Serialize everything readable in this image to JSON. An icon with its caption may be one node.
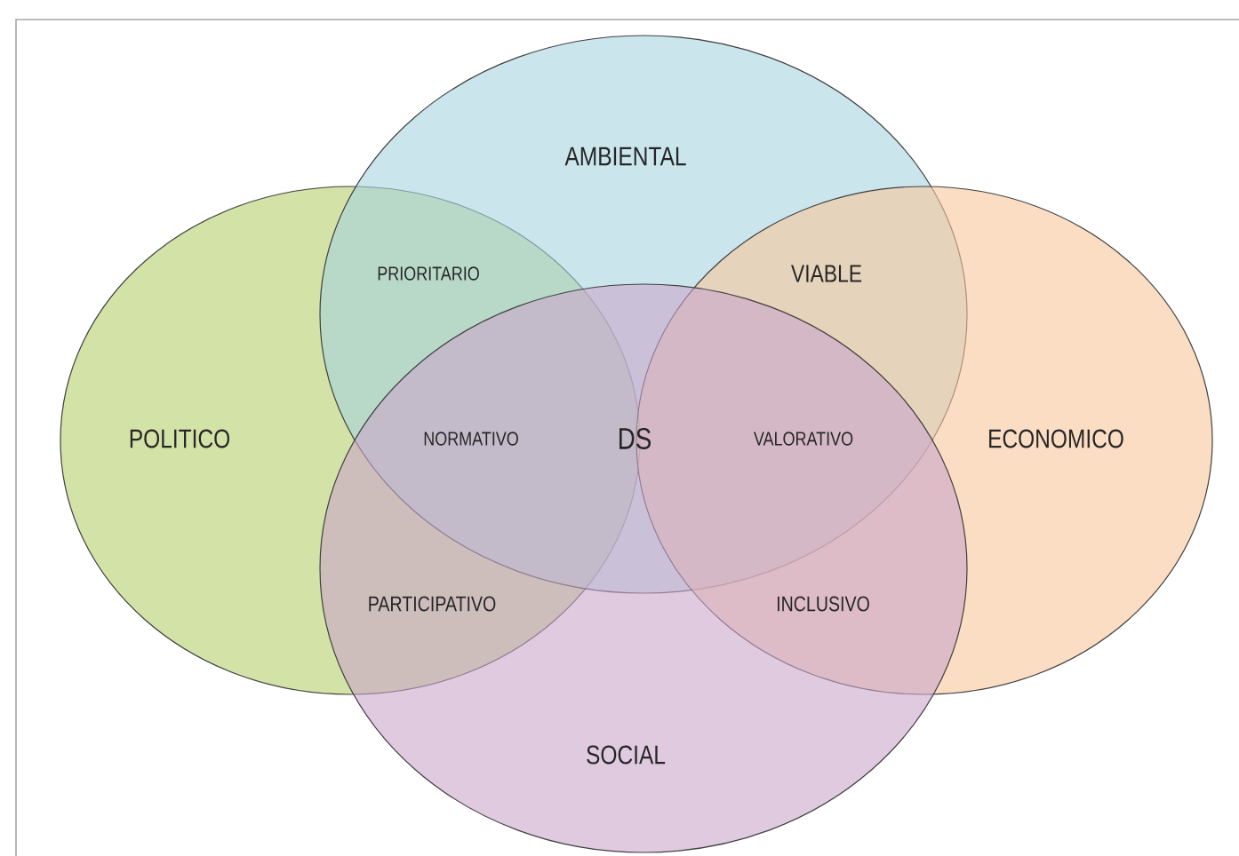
{
  "diagram": {
    "nodes": [
      {
        "text": [
          "POLITICO"
        ]
      },
      {
        "text": [
          "AMBIENTAL"
        ]
      },
      {
        "text": [
          "ECONOMICO"
        ]
      },
      {
        "text": [
          "SOCIAL"
        ]
      }
    ],
    "labels": [
      "PRIORITARIO",
      "VIABLE",
      "NORMATIVO",
      "DS",
      "VALORATIVO",
      "PARTICIPATIVO",
      "INCLUSIVO"
    ]
  }
}
